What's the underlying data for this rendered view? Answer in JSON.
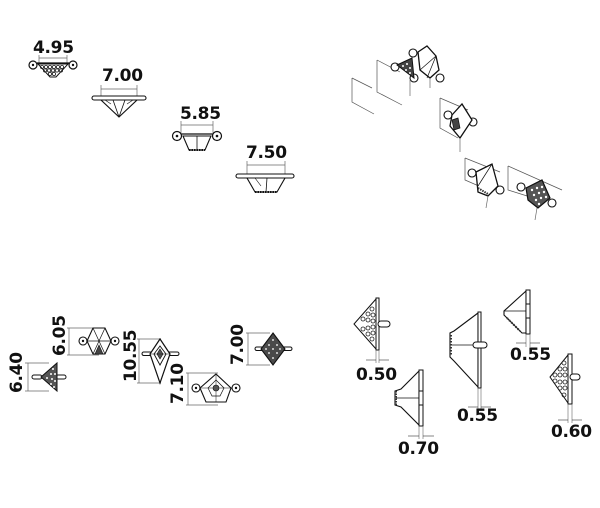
{
  "colors": {
    "ink": "#111111",
    "dim": "#555555",
    "bg": "#ffffff"
  },
  "front_widths": [
    {
      "label": "4.95",
      "style": "two-loop-pave"
    },
    {
      "label": "7.00",
      "style": "flat-flange-pointed"
    },
    {
      "label": "5.85",
      "style": "two-loop-cup"
    },
    {
      "label": "7.50",
      "style": "flat-flange-cup"
    }
  ],
  "top_heights": [
    {
      "label": "6.40",
      "style": "triangle-pave"
    },
    {
      "label": "6.05",
      "style": "hexagon-two-loop"
    },
    {
      "label": "10.55",
      "style": "kite"
    },
    {
      "label": "7.10",
      "style": "pentagon-two-loop"
    },
    {
      "label": "7.00",
      "style": "square-pave"
    }
  ],
  "side_thickness": [
    {
      "label": "0.50",
      "style": "pave-side"
    },
    {
      "label": "0.70",
      "style": "cone-side"
    },
    {
      "label": "0.55",
      "style": "tall-cone-side"
    },
    {
      "label": "0.55",
      "style": "short-cone-side"
    },
    {
      "label": "0.60",
      "style": "pave-side-small"
    }
  ]
}
